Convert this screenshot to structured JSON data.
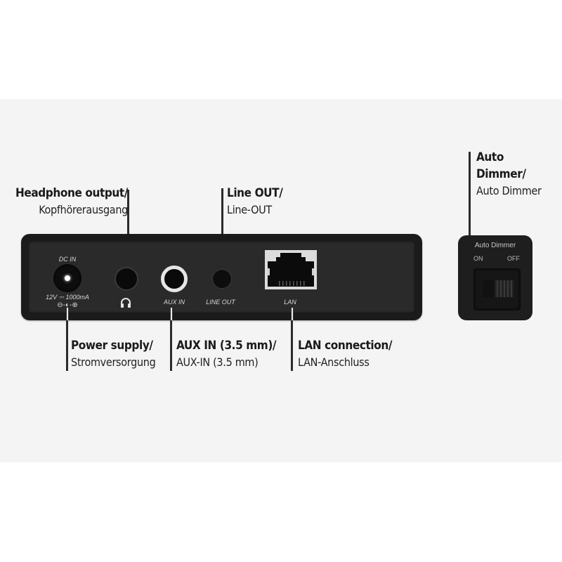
{
  "callouts": {
    "headphone": {
      "title": "Headphone output/",
      "subtitle": "Kopfhörerausgang"
    },
    "line_out": {
      "title": "Line OUT/",
      "subtitle": "Line-OUT"
    },
    "auto_dimmer": {
      "title_line1": "Auto",
      "title_line2": "Dimmer/",
      "subtitle": "Auto Dimmer"
    },
    "power": {
      "title": "Power supply/",
      "subtitle": "Stromversorgung"
    },
    "aux_in": {
      "title": "AUX IN (3.5 mm)/",
      "subtitle": "AUX-IN (3.5 mm)"
    },
    "lan": {
      "title": "LAN connection/",
      "subtitle": "LAN-Anschluss"
    }
  },
  "panel": {
    "dc_in_label": "DC IN",
    "dc_rating": "12V ⎓ 1000mA",
    "polarity": "⊖-◐-⊕",
    "headphone_icon": "headphones-icon",
    "aux_in_label": "AUX IN",
    "line_out_label": "LINE OUT",
    "lan_label": "LAN"
  },
  "dimmer": {
    "title": "Auto Dimmer",
    "on_label": "ON",
    "off_label": "OFF",
    "position": "OFF"
  },
  "colors": {
    "background_band": "#f4f4f4",
    "panel": "#1b1b1b",
    "text": "#1a1a1a"
  }
}
